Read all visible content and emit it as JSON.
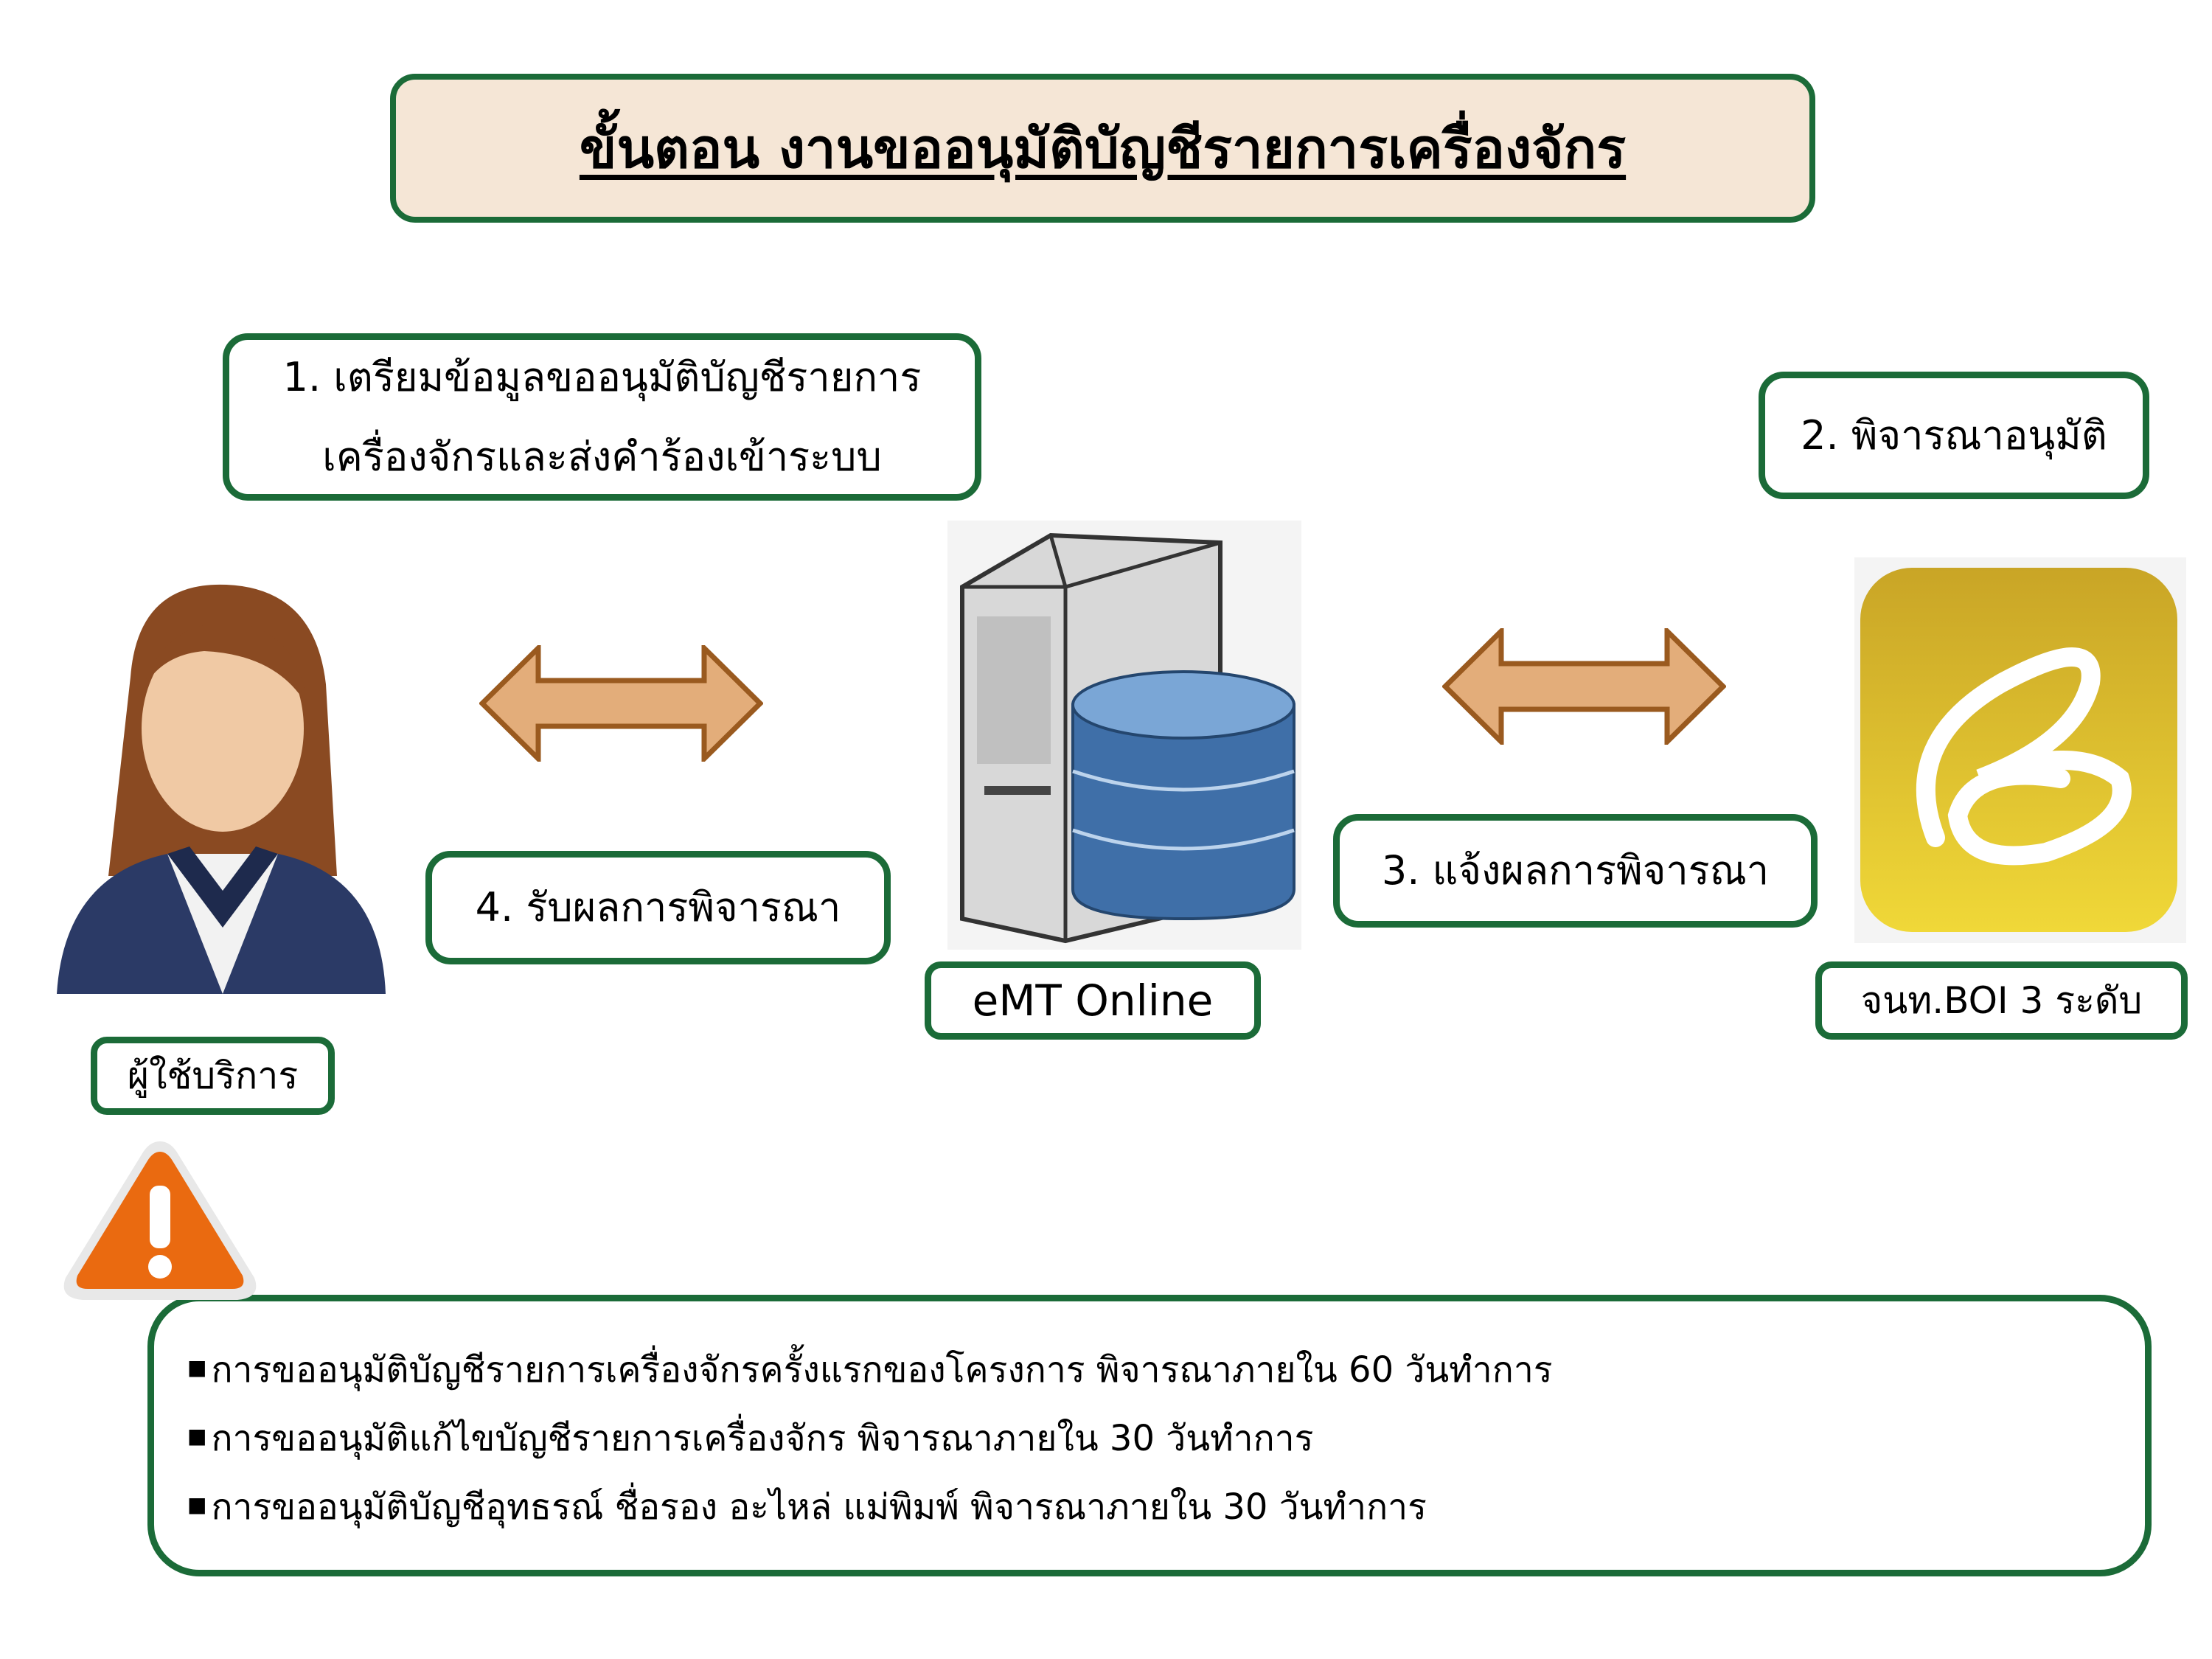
{
  "title": "ขั้นตอน งานขออนุมัติบัญชีรายการเครื่องจักร",
  "steps": {
    "step1_line1": "1. เตรียมข้อมูลขออนุมัติบัญชีรายการ",
    "step1_line2": "เครื่องจักรและส่งคำร้องเข้าระบบ",
    "step2": "2. พิจารณาอนุมัติ",
    "step3": "3. แจ้งผลการพิจารณา",
    "step4": "4. รับผลการพิจารณา"
  },
  "actors": {
    "user": "ผู้ใช้บริการ",
    "system": "eMT Online",
    "officer": "จนท.BOI 3 ระดับ"
  },
  "notes": [
    "การขออนุมัติบัญชีรายการเครื่องจักรครั้งแรกของโครงการ พิจารณาภายใน 60 วันทำการ",
    "การขออนุมัติแก้ไขบัญชีรายการเครื่องจักร พิจารณาภายใน 30 วันทำการ",
    "การขออนุมัติบัญชีอุทธรณ์ ชื่อรอง อะไหล่ แม่พิมพ์ พิจารณาภายใน 30 วันทำการ"
  ],
  "colors": {
    "border": "#1b6b38",
    "title_bg": "#f5e6d6",
    "arrow_fill": "#e3ad7a",
    "arrow_stroke": "#9a5a1f"
  }
}
